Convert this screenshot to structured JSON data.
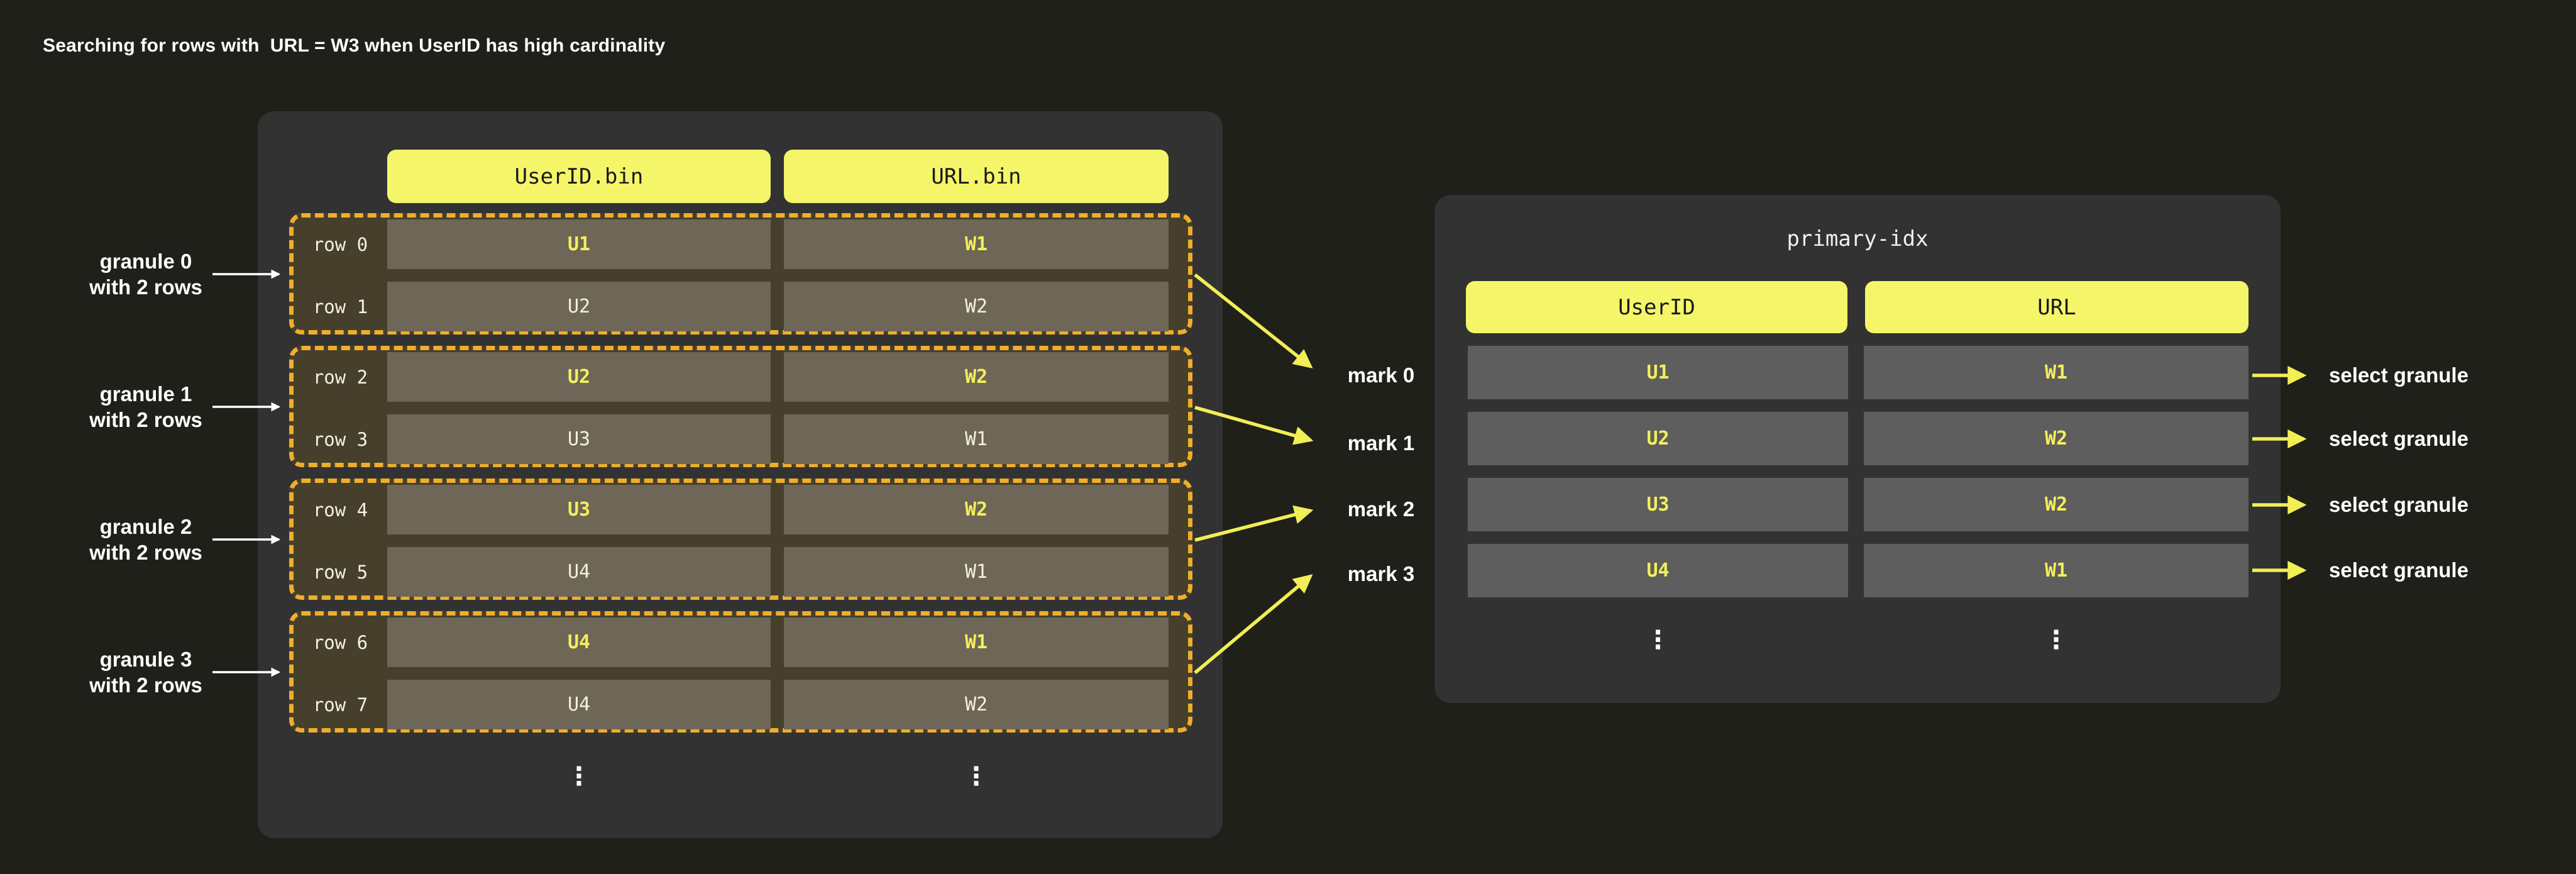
{
  "title": "Searching for rows with  URL = W3 when UserID has high cardinality",
  "left_table": {
    "column_headers": [
      "UserID.bin",
      "URL.bin"
    ],
    "granules": [
      {
        "label_line1": "granule 0",
        "label_line2": "with 2 rows",
        "rows": [
          {
            "name": "row 0",
            "user_id": "U1",
            "url": "W1"
          },
          {
            "name": "row 1",
            "user_id": "U2",
            "url": "W2"
          }
        ]
      },
      {
        "label_line1": "granule 1",
        "label_line2": "with 2 rows",
        "rows": [
          {
            "name": "row 2",
            "user_id": "U2",
            "url": "W2"
          },
          {
            "name": "row 3",
            "user_id": "U3",
            "url": "W1"
          }
        ]
      },
      {
        "label_line1": "granule 2",
        "label_line2": "with 2 rows",
        "rows": [
          {
            "name": "row 4",
            "user_id": "U3",
            "url": "W2"
          },
          {
            "name": "row 5",
            "user_id": "U4",
            "url": "W1"
          }
        ]
      },
      {
        "label_line1": "granule 3",
        "label_line2": "with 2 rows",
        "rows": [
          {
            "name": "row 6",
            "user_id": "U4",
            "url": "W1"
          },
          {
            "name": "row 7",
            "user_id": "U4",
            "url": "W2"
          }
        ]
      }
    ],
    "ellipsis": "⋮"
  },
  "marks": [
    "mark 0",
    "mark 1",
    "mark 2",
    "mark 3"
  ],
  "primary_index": {
    "title": "primary-idx",
    "column_headers": [
      "UserID",
      "URL"
    ],
    "rows": [
      [
        "U1",
        "W1"
      ],
      [
        "U2",
        "W2"
      ],
      [
        "U3",
        "W2"
      ],
      [
        "U4",
        "W1"
      ]
    ],
    "ellipsis": "⋮",
    "select_label": "select granule"
  },
  "colors": {
    "page-bg": "#1f201a",
    "panel": "#323232",
    "yellow": "#f5f56a",
    "dash": "#efae2c",
    "granule-bg": "#463f2c",
    "cell-olive": "#6e6656",
    "cell-gray": "#5e5e5e",
    "value-yellow": "#f3ef5c",
    "cream": "#f7f0df",
    "arrow-yellow": "#f1ee56",
    "ink": "#1a1a1a"
  }
}
